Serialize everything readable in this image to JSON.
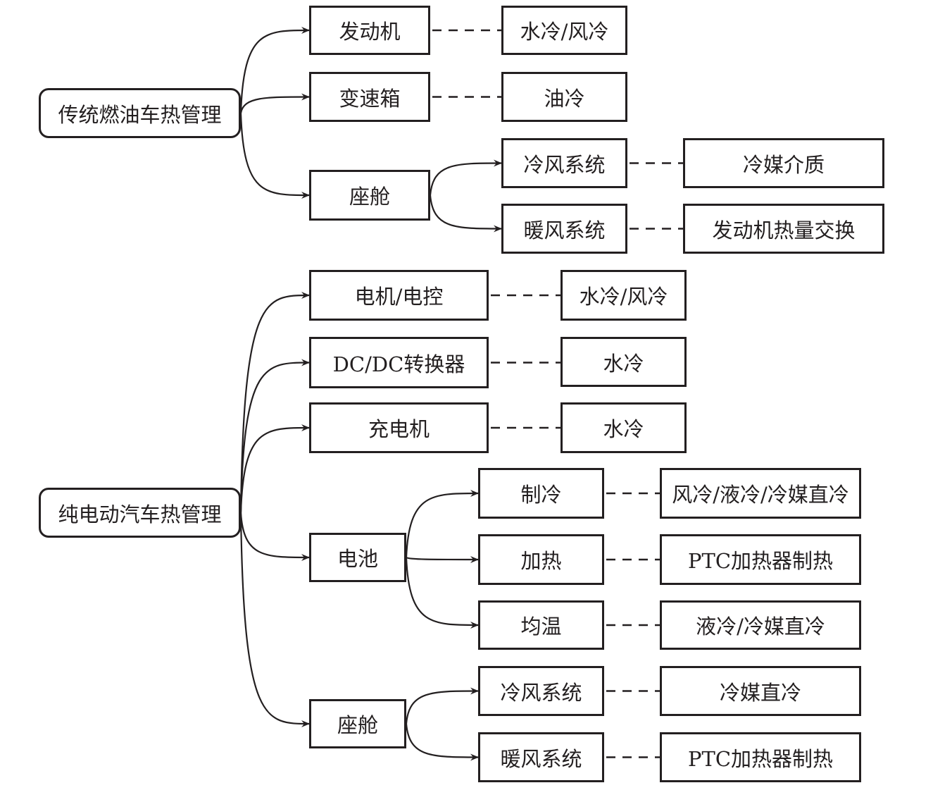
{
  "colors": {
    "stroke": "#231f20",
    "background": "#ffffff"
  },
  "nodes": [
    {
      "id": "r1",
      "label": "传统燃油车热管理",
      "root": true
    },
    {
      "id": "a1",
      "label": "发动机"
    },
    {
      "id": "a1x",
      "label": "水冷/风冷"
    },
    {
      "id": "a2",
      "label": "变速箱"
    },
    {
      "id": "a2x",
      "label": "油冷"
    },
    {
      "id": "a3",
      "label": "座舱"
    },
    {
      "id": "a31",
      "label": "冷风系统"
    },
    {
      "id": "a31x",
      "label": "冷媒介质"
    },
    {
      "id": "a32",
      "label": "暖风系统"
    },
    {
      "id": "a32x",
      "label": "发动机热量交换"
    },
    {
      "id": "r2",
      "label": "纯电动汽车热管理",
      "root": true
    },
    {
      "id": "b1",
      "label": "电机/电控"
    },
    {
      "id": "b1x",
      "label": "水冷/风冷"
    },
    {
      "id": "b2",
      "label": "DC/DC转换器"
    },
    {
      "id": "b2x",
      "label": "水冷"
    },
    {
      "id": "b3",
      "label": "充电机"
    },
    {
      "id": "b3x",
      "label": "水冷"
    },
    {
      "id": "b4",
      "label": "电池"
    },
    {
      "id": "b41",
      "label": "制冷"
    },
    {
      "id": "b41x",
      "label": "风冷/液冷/冷媒直冷"
    },
    {
      "id": "b42",
      "label": "加热"
    },
    {
      "id": "b42x",
      "label": "PTC加热器制热"
    },
    {
      "id": "b43",
      "label": "均温"
    },
    {
      "id": "b43x",
      "label": "液冷/冷媒直冷"
    },
    {
      "id": "b5",
      "label": "座舱"
    },
    {
      "id": "b51",
      "label": "冷风系统"
    },
    {
      "id": "b51x",
      "label": "冷媒直冷"
    },
    {
      "id": "b52",
      "label": "暖风系统"
    },
    {
      "id": "b52x",
      "label": "PTC加热器制热"
    }
  ],
  "arrows": [
    [
      "r1",
      "a1"
    ],
    [
      "r1",
      "a2"
    ],
    [
      "r1",
      "a3"
    ],
    [
      "a3",
      "a31"
    ],
    [
      "a3",
      "a32"
    ],
    [
      "r2",
      "b1"
    ],
    [
      "r2",
      "b2"
    ],
    [
      "r2",
      "b3"
    ],
    [
      "r2",
      "b4"
    ],
    [
      "r2",
      "b5"
    ],
    [
      "b4",
      "b41"
    ],
    [
      "b4",
      "b42"
    ],
    [
      "b4",
      "b43"
    ],
    [
      "b5",
      "b51"
    ],
    [
      "b5",
      "b52"
    ]
  ],
  "dashed": [
    [
      "a1",
      "a1x"
    ],
    [
      "a2",
      "a2x"
    ],
    [
      "a31",
      "a31x"
    ],
    [
      "a32",
      "a32x"
    ],
    [
      "b1",
      "b1x"
    ],
    [
      "b2",
      "b2x"
    ],
    [
      "b3",
      "b3x"
    ],
    [
      "b41",
      "b41x"
    ],
    [
      "b42",
      "b42x"
    ],
    [
      "b43",
      "b43x"
    ],
    [
      "b51",
      "b51x"
    ],
    [
      "b52",
      "b52x"
    ]
  ]
}
